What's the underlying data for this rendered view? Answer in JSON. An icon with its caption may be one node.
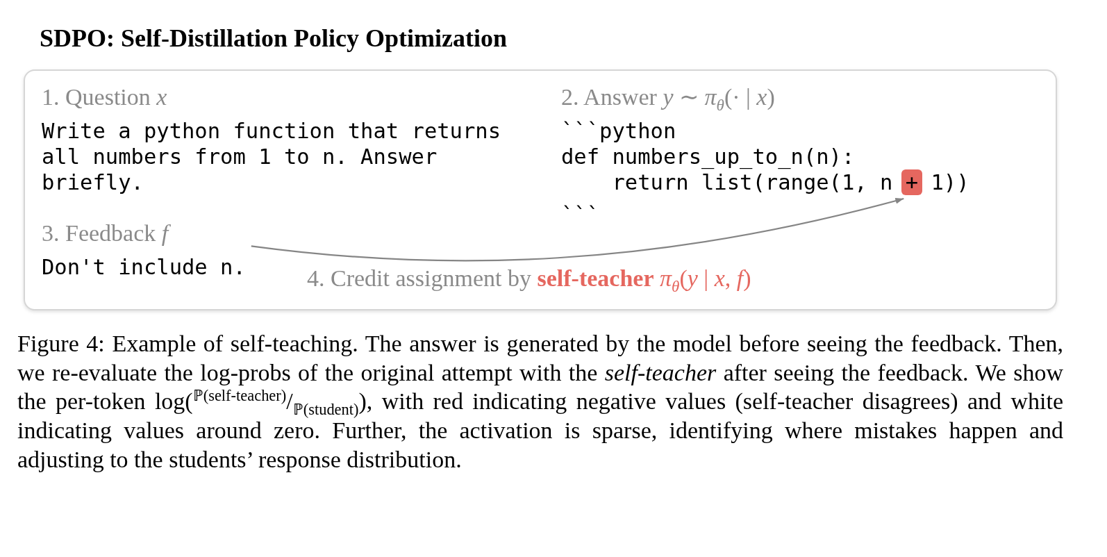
{
  "diagram": {
    "title": "SDPO: Self-Distillation Policy Optimization",
    "caption": "Figure 4: Example of self-teaching. The answer is generated by the model before seeing the feedback. Then, we re-evaluate the log-probs of the original attempt with the *self-teacher* after seeing the feedback. We show the per-token log($^{ℙ(self-teacher)}$/$_{ℙ(student)}$), with red indicating negative values (self-teacher disagrees) and white indicating values around zero. Further, the activation is sparse, identifying where mistakes happen and adjusting to the students’ response distribution.",
    "nodes": [
      {
        "text": [],
        "shape": "box"
      },
      {
        "text": [
          "1. Question *x*",
          "Write a python function that returns all numbers from 1 to n. Answer briefly."
        ],
        "in": 0
      },
      {
        "text": [
          "2. Answer *y* ∼ *π*$_{θ}$(· | *x*)",
          "```python",
          "def numbers_up_to_n(n):",
          "return list(range(1, n",
          "1))",
          "```"
        ],
        "in": 0
      },
      {
        "text": [
          "+"
        ],
        "in": 2
      },
      {
        "text": [
          "3. Feedback *f*",
          "Don't include n."
        ],
        "in": 0
      }
    ],
    "edges": [
      {
        "from": 4,
        "to": 3,
        "arrow": "to",
        "label": "4. Credit assignment by **self-teacher** *π*$_{θ}$(*y* | *x*, *f*)"
      }
    ]
  }
}
